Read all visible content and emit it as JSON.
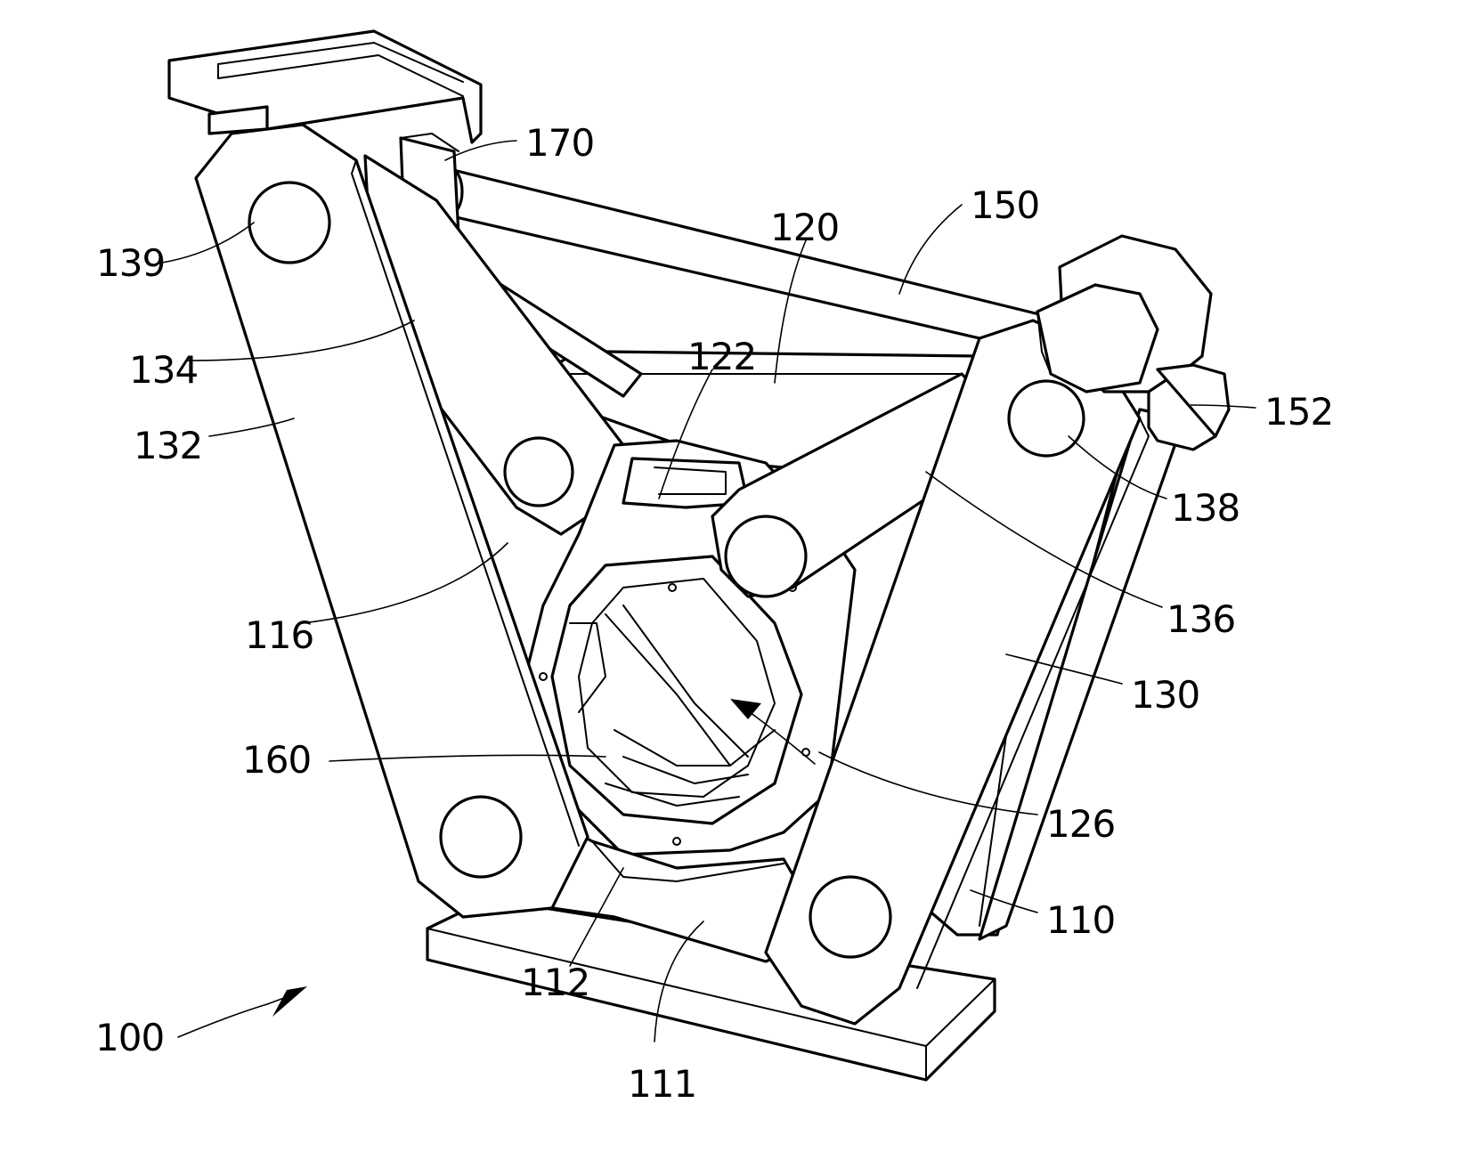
{
  "figure": {
    "reference_numerals": {
      "r100": "100",
      "r110": "110",
      "r111": "111",
      "r112": "112",
      "r116": "116",
      "r120": "120",
      "r122": "122",
      "r126": "126",
      "r130": "130",
      "r132": "132",
      "r134": "134",
      "r136": "136",
      "r138": "138",
      "r139": "139",
      "r150": "150",
      "r152": "152",
      "r160": "160",
      "r170": "170"
    },
    "colors": {
      "line": "#000000",
      "background": "#ffffff"
    }
  }
}
